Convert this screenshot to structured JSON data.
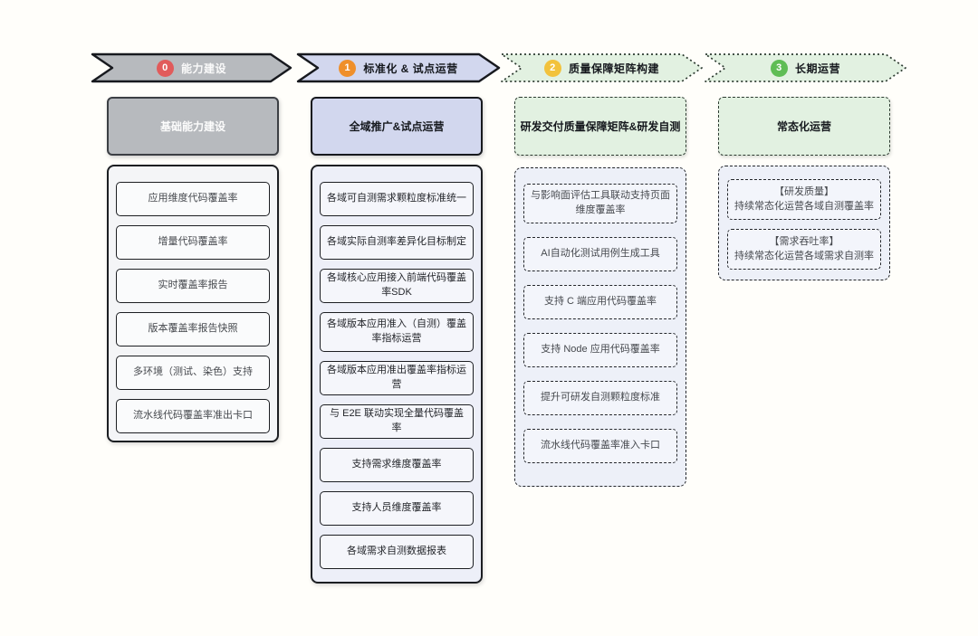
{
  "page": {
    "background_color": "#fffefa",
    "description_title": "代码覆盖率平台建设路线图"
  },
  "colors": {
    "phase0_fill": "#b7babe",
    "phase1_fill": "#d2d7ee",
    "phase2_fill": "#e2f1e1",
    "phase3_fill": "#e2f1e1",
    "badge0": "#e15b5b",
    "badge1": "#ef8f2a",
    "badge2": "#f2c23c",
    "badge3": "#5fbd55",
    "container_lavender": "#edeff8",
    "container_gray": "#f4f5f7"
  },
  "phases": [
    {
      "badge": "0",
      "arrow_label": "能力建设",
      "header": "基础能力建设",
      "items": [
        "应用维度代码覆盖率",
        "增量代码覆盖率",
        "实时覆盖率报告",
        "版本覆盖率报告快照",
        "多环境（测试、染色）支持",
        "流水线代码覆盖率准出卡口"
      ]
    },
    {
      "badge": "1",
      "arrow_label": "标准化 & 试点运营",
      "header": "全域推广&试点运营",
      "items": [
        "各域可自测需求颗粒度标准统一",
        "各域实际自测率差异化目标制定",
        "各域核心应用接入前端代码覆盖率SDK",
        "各域版本应用准入（自测）覆盖率指标运营",
        "各域版本应用准出覆盖率指标运营",
        "与 E2E 联动实现全量代码覆盖率",
        "支持需求维度覆盖率",
        "支持人员维度覆盖率",
        "各域需求自测数据报表"
      ]
    },
    {
      "badge": "2",
      "arrow_label": "质量保障矩阵构建",
      "header": "研发交付质量保障矩阵&研发自测",
      "items": [
        "与影响面评估工具联动支持页面维度覆盖率",
        "AI自动化测试用例生成工具",
        "支持 C 端应用代码覆盖率",
        "支持 Node 应用代码覆盖率",
        "提升可研发自测颗粒度标准",
        "流水线代码覆盖率准入卡口"
      ]
    },
    {
      "badge": "3",
      "arrow_label": "长期运营",
      "header": "常态化运营",
      "items": [
        "【研发质量】\n持续常态化运营各域自测覆盖率",
        "【需求吞吐率】\n持续常态化运营各域需求自测率"
      ]
    }
  ]
}
